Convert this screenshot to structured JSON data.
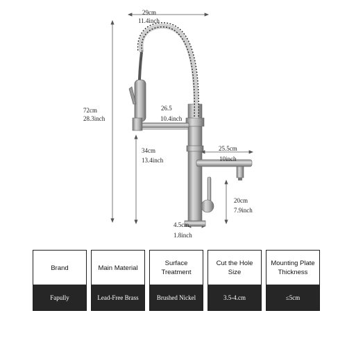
{
  "dimensions": {
    "width_cm": "29cm",
    "width_inch": "11.4inch",
    "height_cm": "72cm",
    "height_inch": "28.3inch",
    "spray_reach_cm": "26.5",
    "spray_reach_inch": "10.4inch",
    "spout_height_cm": "34cm",
    "spout_height_inch": "13.4inch",
    "spout_reach_cm": "25.5cm",
    "spout_reach_inch": "10inch",
    "handle_height_cm": "20cm",
    "handle_height_inch": "7.9inch",
    "base_diameter_cm": "4.5cm",
    "base_diameter_inch": "1.8inch"
  },
  "specs": [
    {
      "label": "Brand",
      "value": "Fapully"
    },
    {
      "label": "Main Material",
      "value": "Lead-Free Brass"
    },
    {
      "label": "Surface Treatment",
      "value": "Brushed Nickel"
    },
    {
      "label": "Cut the Hole Size",
      "value": "3.5-4.cm"
    },
    {
      "label": "Mounting Plate Thickness",
      "value": "≤5cm"
    }
  ]
}
